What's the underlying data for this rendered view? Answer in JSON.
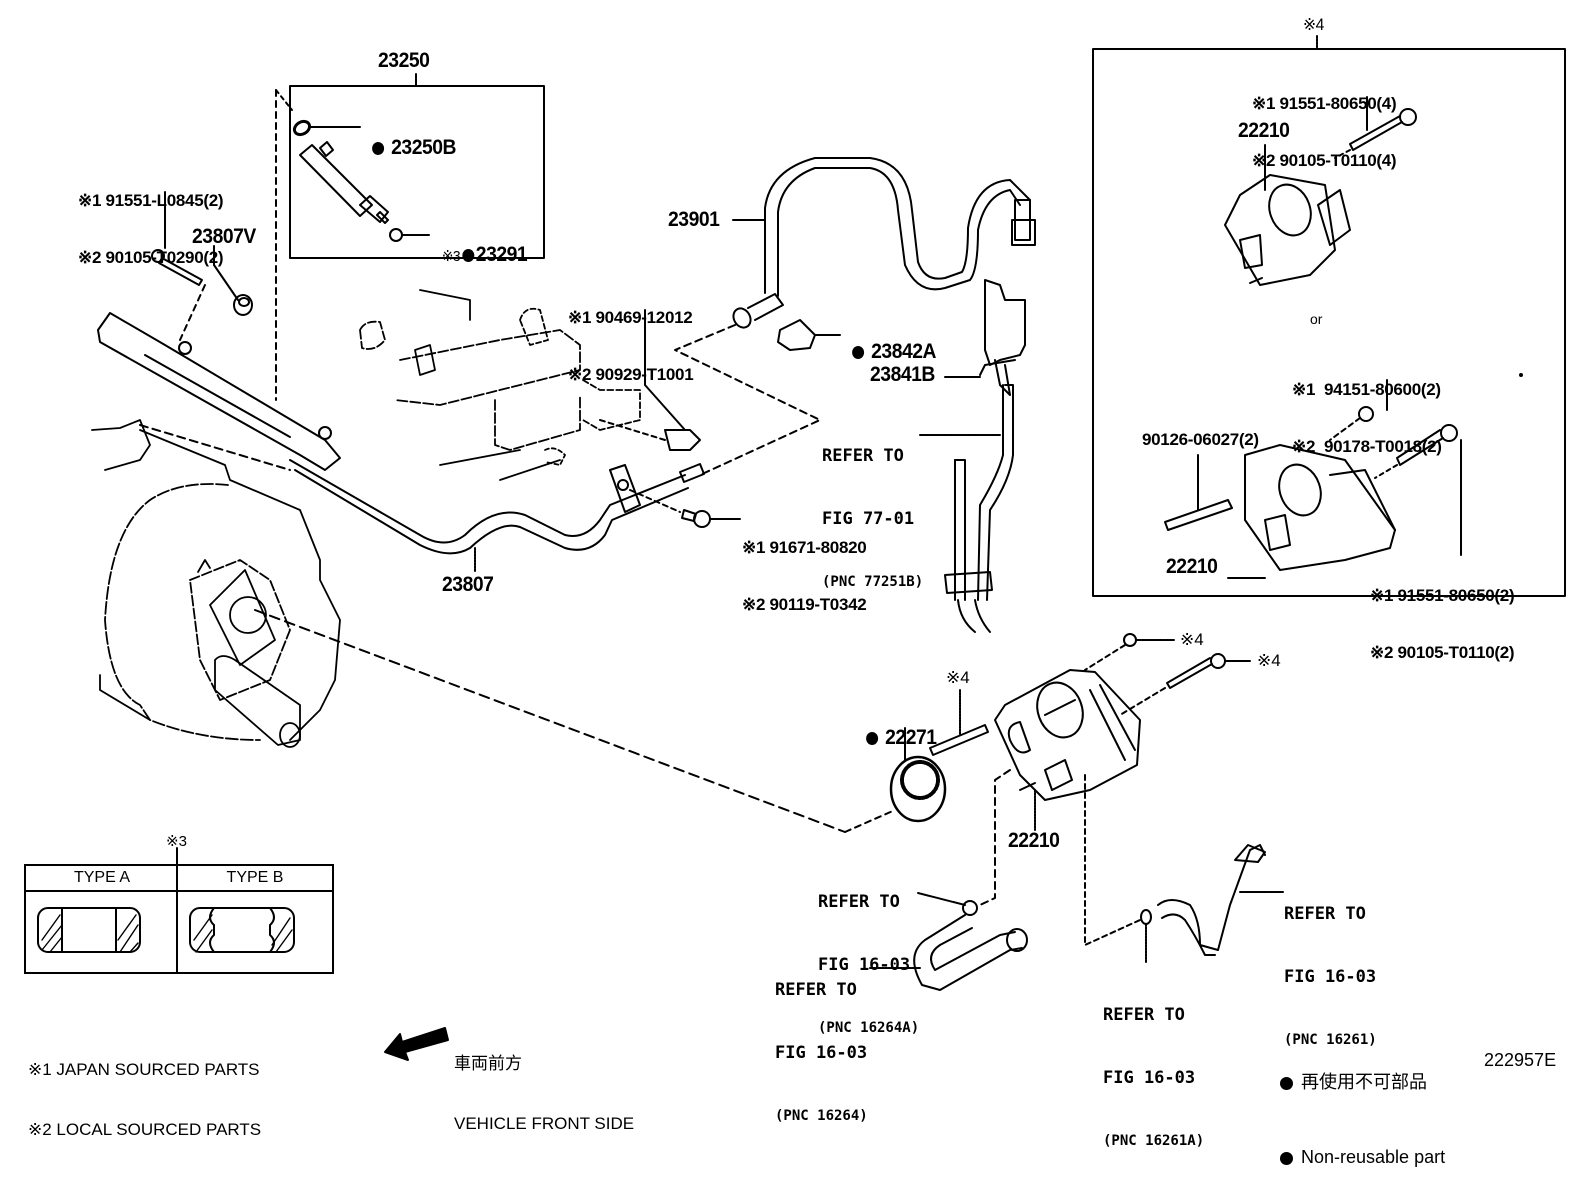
{
  "figure_id": "222957E",
  "callouts": {
    "p23250": "23250",
    "p23250B": "23250B",
    "p23291": "23291",
    "p23291_mark": "※3",
    "p23807V": "23807V",
    "p23807": "23807",
    "p23901": "23901",
    "p23842A": "23842A",
    "p23841B": "23841B",
    "p22271": "22271",
    "p22210_top": "22210",
    "p22210_mid": "22210",
    "p22210_main": "22210",
    "mark4_top": "※4",
    "mark4_stud": "※4",
    "mark4_nut": "※4",
    "mark4_bolt": "※4",
    "or_text": "or"
  },
  "part_numbers": {
    "rail_bolt": [
      "※1 91551-L0845(2)",
      "※2 90105-T0290(2)"
    ],
    "clamp": [
      "※1 90469-12012",
      "※2 90929-T1001"
    ],
    "bracket_bolt": [
      "※1 91671-80820",
      "※2 90119-T0342"
    ],
    "tb_bolt_4": [
      "※1 91551-80650(4)",
      "※2 90105-T0110(4)"
    ],
    "tb_nut": [
      "※1  94151-80600(2)",
      "※2  90178-T0018(2)"
    ],
    "tb_stud": "90126-06027(2)",
    "tb_bolt_2": [
      "※1 91551-80650(2)",
      "※2 90105-T0110(2)"
    ]
  },
  "references": [
    {
      "line1": "REFER TO",
      "line2": "FIG 77-01",
      "line3": "(PNC 77251B)"
    },
    {
      "line1": "REFER TO",
      "line2": "FIG 16-03",
      "line3": "(PNC 16264A)"
    },
    {
      "line1": "REFER TO",
      "line2": "FIG 16-03",
      "line3": "(PNC 16264)"
    },
    {
      "line1": "REFER TO",
      "line2": "FIG 16-03",
      "line3": "(PNC 16261A)"
    },
    {
      "line1": "REFER TO",
      "line2": "FIG 16-03",
      "line3": "(PNC 16261)"
    }
  ],
  "type_table": {
    "mark": "※3",
    "columns": [
      "TYPE A",
      "TYPE B"
    ]
  },
  "legend": {
    "note1": "※1 JAPAN SOURCED PARTS",
    "note2": "※2 LOCAL SOURCED PARTS",
    "front_jp": "車両前方",
    "front_en": "VEHICLE FRONT SIDE",
    "nonreusable_jp": "再使用不可部品",
    "nonreusable_en": "Non-reusable part"
  }
}
